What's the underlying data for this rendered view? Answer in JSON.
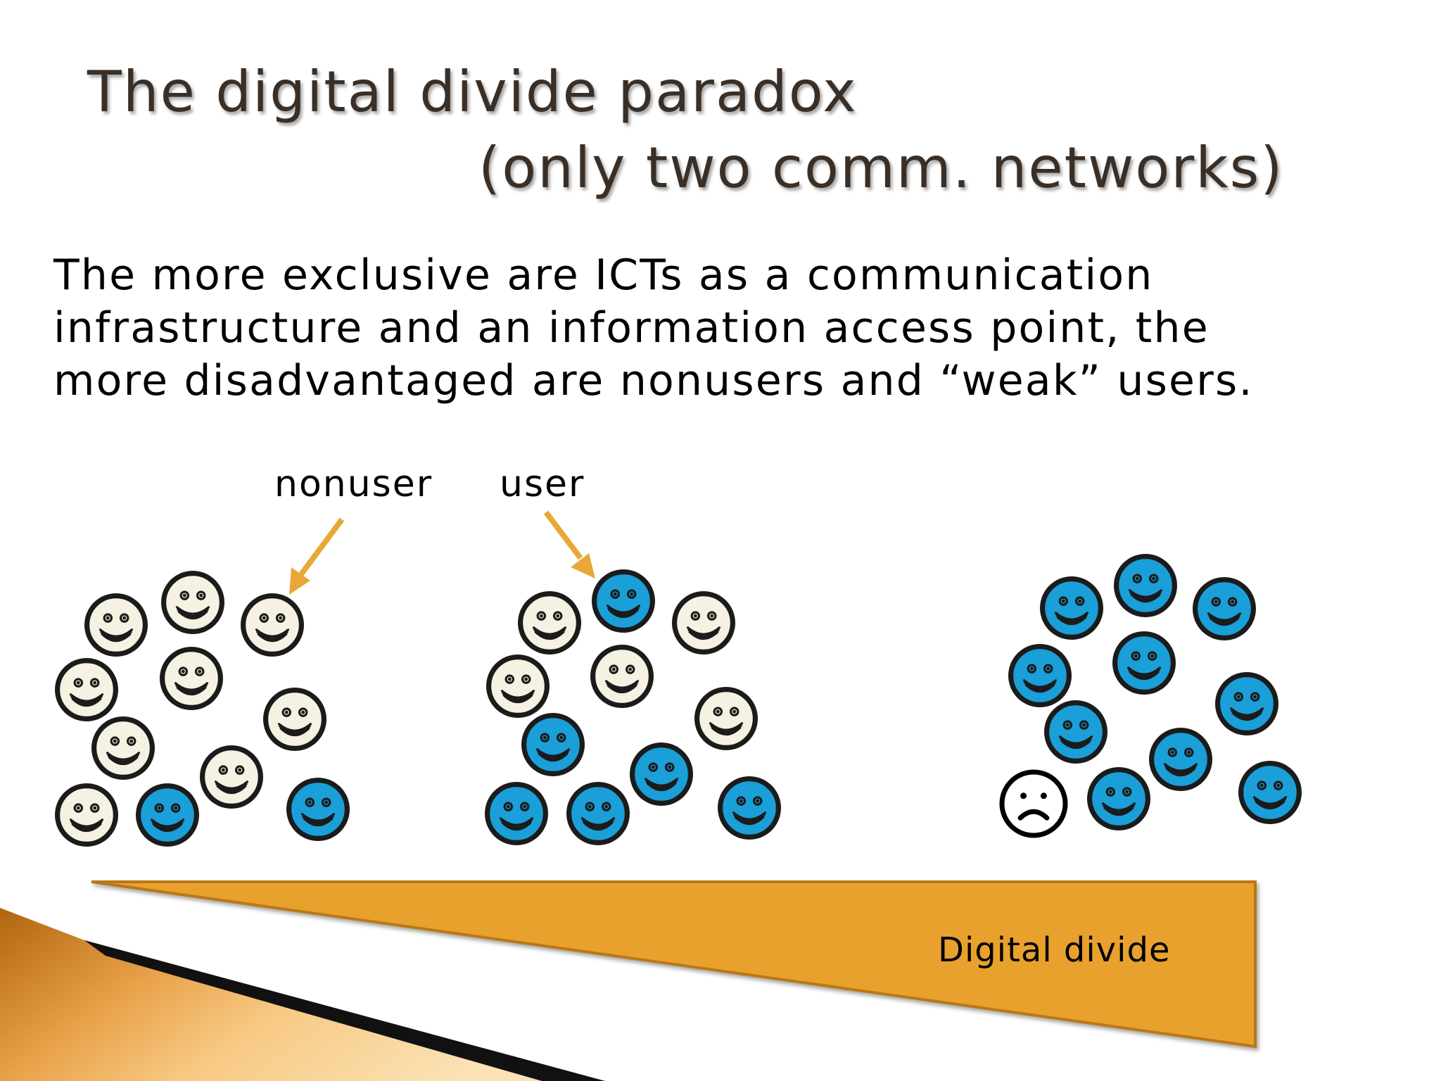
{
  "slide": {
    "title_line1": "The digital divide paradox",
    "title_line2": "(only two comm. networks)",
    "body_lines": [
      "The more exclusive are ICTs as a communication",
      "infrastructure and an information access point, the",
      "more disadvantaged are nonusers and “weak” users."
    ],
    "label_nonuser": "nonuser",
    "label_user": "user",
    "wedge_label": "Digital divide"
  },
  "colors": {
    "user_face": "#1a9fd8",
    "nonuser_face": "#f5f2e4",
    "arrow": "#e8a838",
    "wedge": "#e9a12d"
  },
  "icons": {
    "user": "smiley-face-blue",
    "nonuser": "smiley-face-cream",
    "sad": "frowning-face"
  }
}
